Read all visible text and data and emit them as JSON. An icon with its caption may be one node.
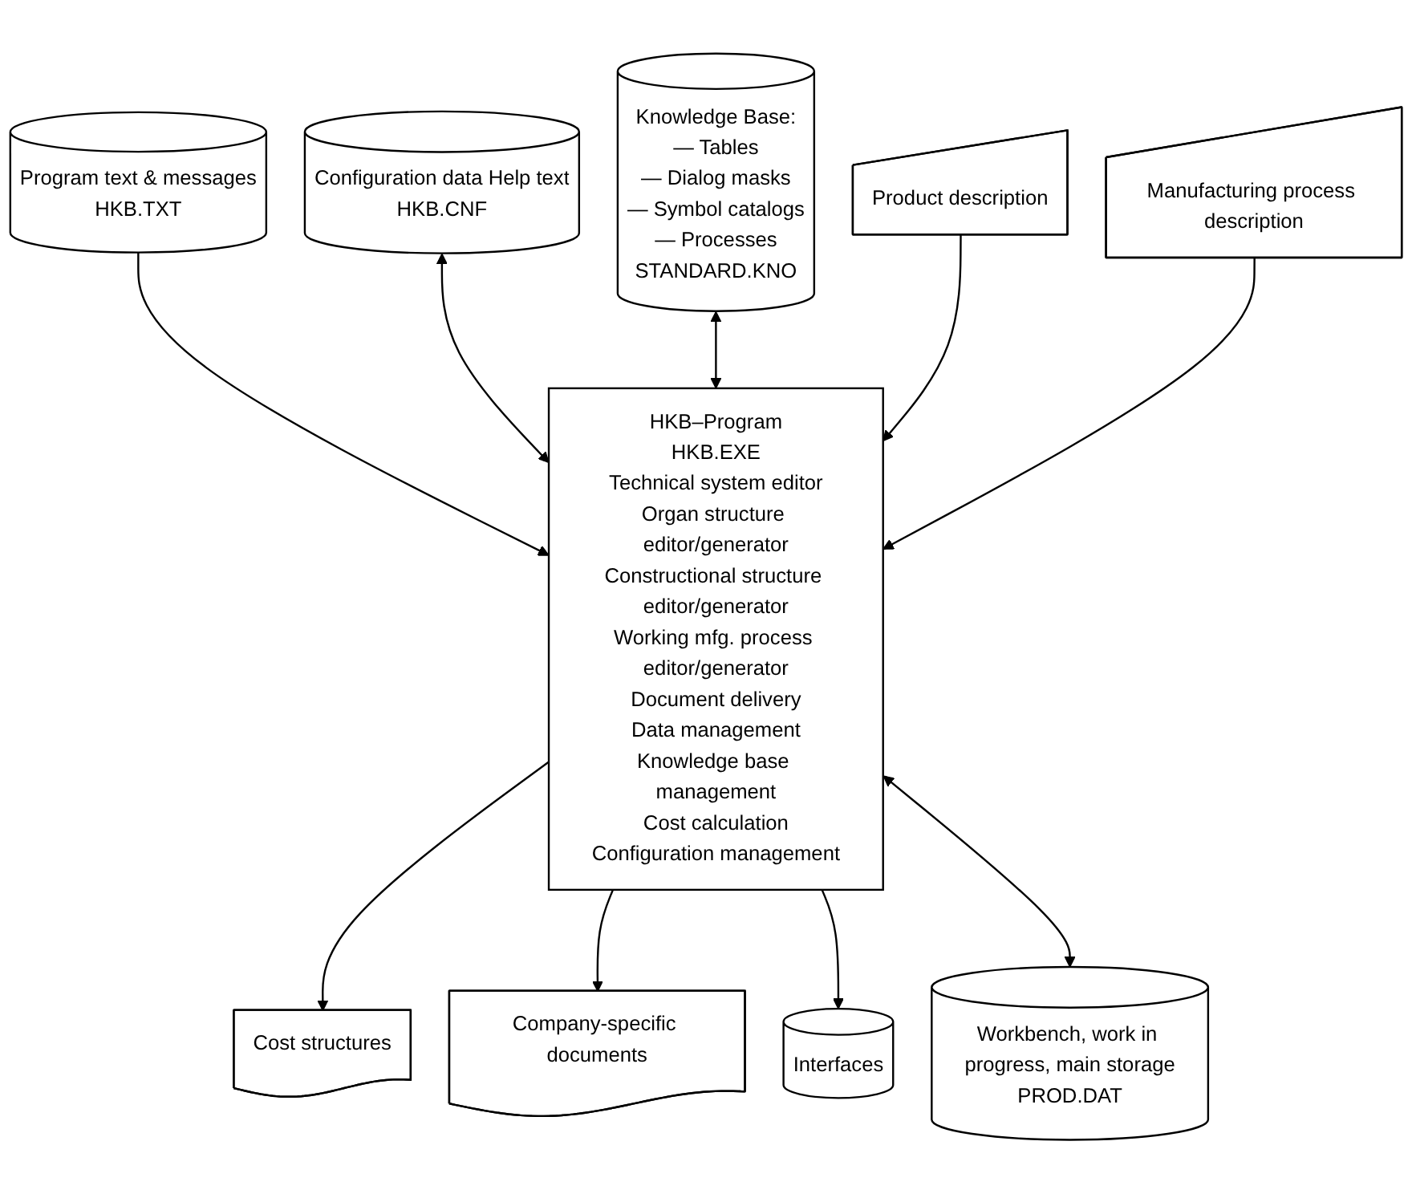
{
  "diagram": {
    "nodes": [
      {
        "text": [
          "Program text & messages",
          "HKB.TXT"
        ]
      },
      {
        "text": [
          "Configuration data Help text",
          "HKB.CNF"
        ]
      },
      {
        "text": [
          "Knowledge Base:",
          "— Tables",
          "— Dialog masks",
          "— Symbol catalogs",
          "— Processes",
          "STANDARD.KNO"
        ]
      },
      {
        "text": [
          "Product description"
        ]
      },
      {
        "text": [
          "Manufacturing process description"
        ]
      },
      {
        "text": [
          "HKB–Program",
          "HKB.EXE",
          "Technical system editor",
          "Organ structure editor/generator",
          "Constructional structure editor/generator",
          "Working mfg. process editor/generator",
          "Document delivery",
          "Data management",
          "Knowledge base management",
          "Cost calculation",
          "Configuration management"
        ]
      },
      {
        "text": [
          "Cost structures"
        ]
      },
      {
        "text": [
          "Company-specific documents"
        ]
      },
      {
        "text": [
          "Interfaces"
        ]
      },
      {
        "text": [
          "Workbench, work in progress, main storage",
          "PROD.DAT"
        ]
      }
    ],
    "edges": [
      {
        "from": 0,
        "to": 5,
        "arrow": "to"
      },
      {
        "from": 1,
        "to": 5,
        "arrow": "both"
      },
      {
        "from": 2,
        "to": 5,
        "arrow": "both"
      },
      {
        "from": 3,
        "to": 5,
        "arrow": "to"
      },
      {
        "from": 4,
        "to": 5,
        "arrow": "to"
      },
      {
        "from": 5,
        "to": 6,
        "arrow": "to"
      },
      {
        "from": 5,
        "to": 7,
        "arrow": "to"
      },
      {
        "from": 5,
        "to": 8,
        "arrow": "to"
      },
      {
        "from": 5,
        "to": 9,
        "arrow": "both"
      }
    ]
  }
}
